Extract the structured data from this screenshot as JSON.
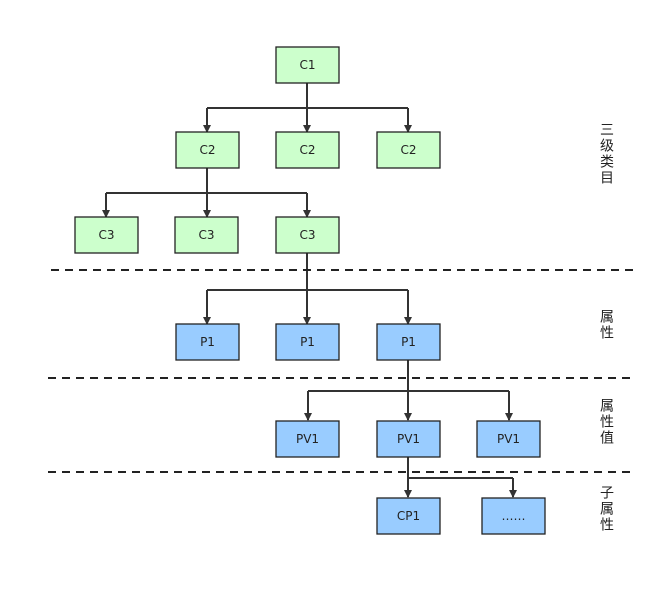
{
  "colors": {
    "category_fill": "#ccffcc",
    "property_fill": "#99ccff",
    "stroke": "#222222",
    "line": "#333333"
  },
  "nodes": {
    "c1": "C1",
    "c2": "C2",
    "c3": "C3",
    "p1": "P1",
    "pv1": "PV1",
    "cp1": "CP1",
    "more": "……"
  },
  "sections": {
    "category": "三级类目",
    "property": "属性",
    "property_value": "属性值",
    "sub_property": "子属性"
  }
}
